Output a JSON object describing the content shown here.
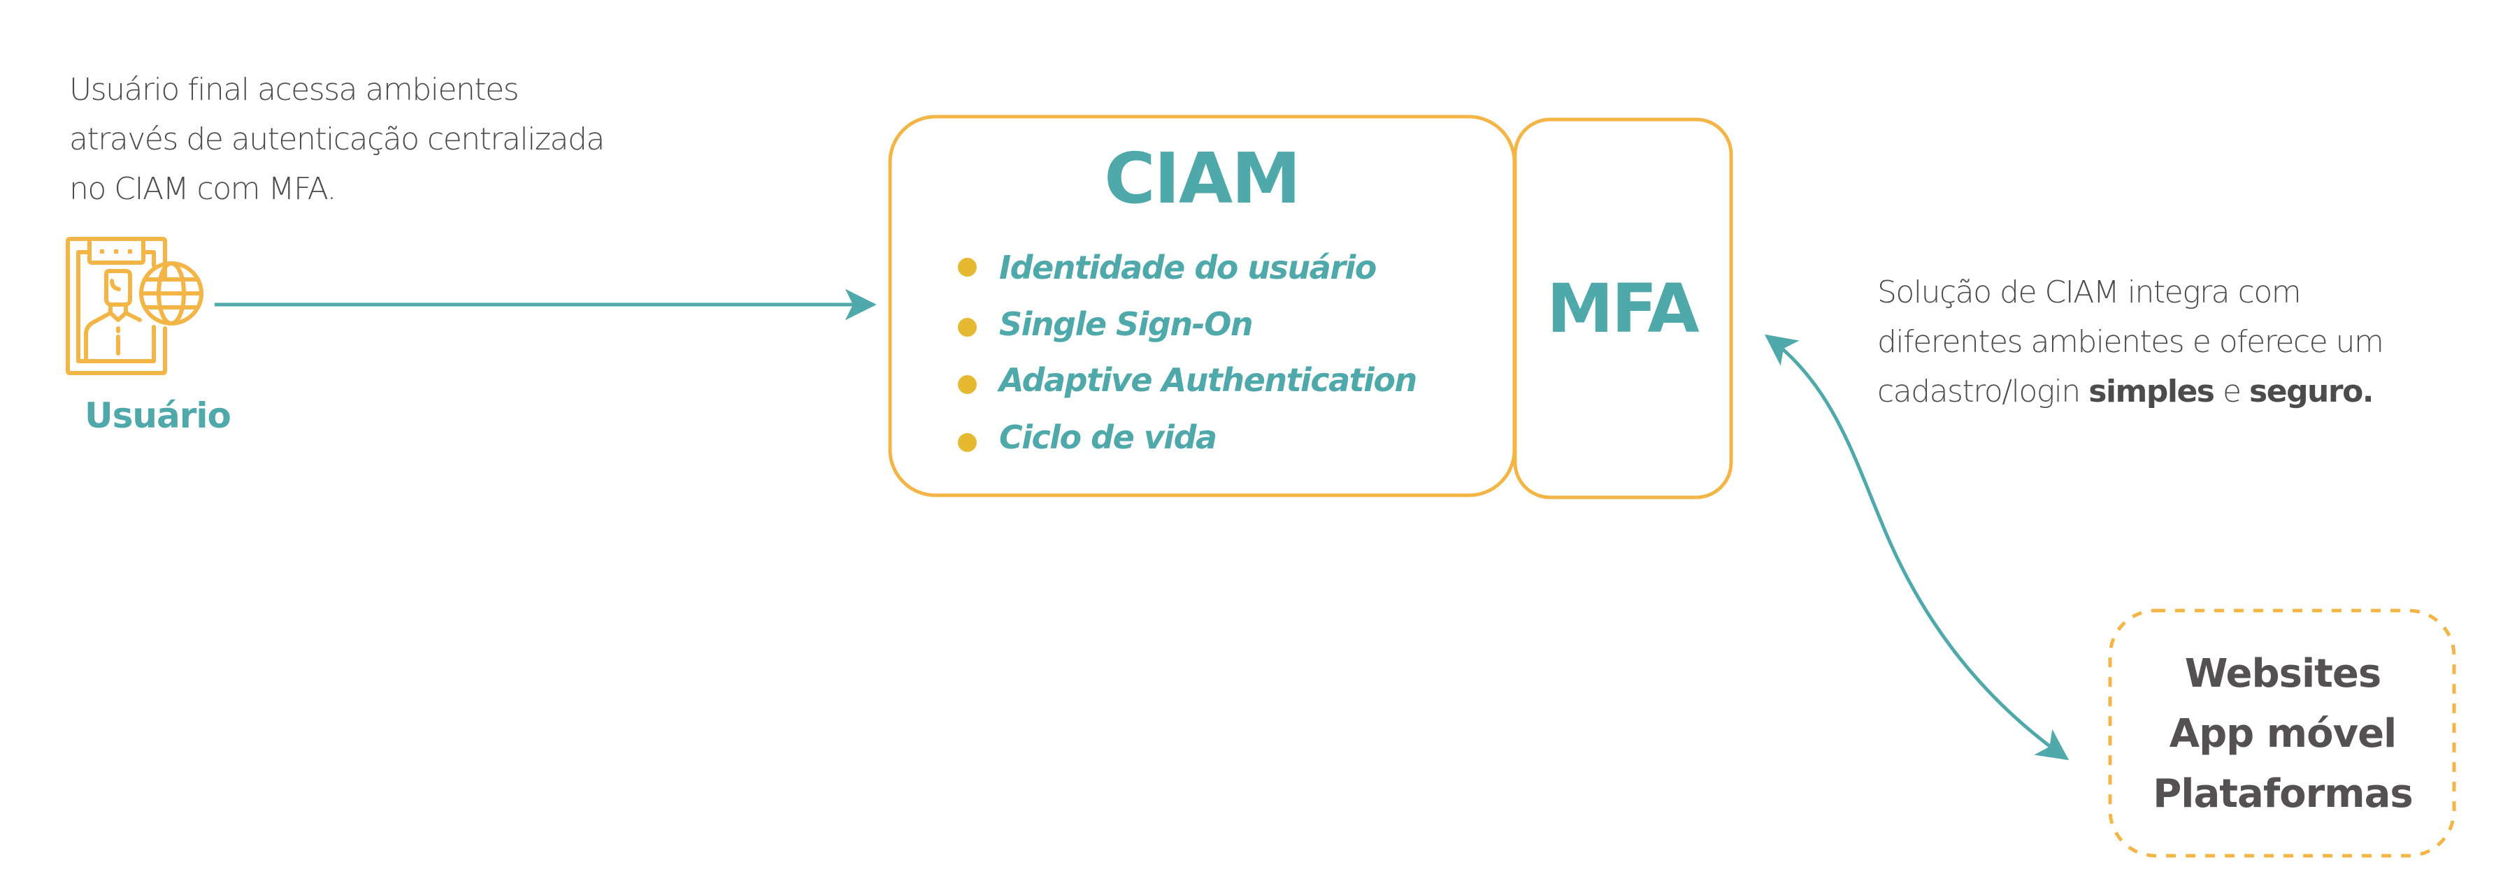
{
  "colors": {
    "teal": "#4fa9aa",
    "orange": "#f3b546",
    "bullet": "#e6b932",
    "text_gray": "#4e4b4b"
  },
  "user": {
    "description_lines": [
      "Usuário final acessa ambientes",
      "através de autenticação centralizada",
      "no CIAM com MFA."
    ],
    "icon": "user-smartphone-globe-icon",
    "label": "Usuário"
  },
  "ciam": {
    "title": "CIAM",
    "features": [
      "Identidade do usuário",
      "Single Sign-On",
      "Adaptive Authentication",
      "Ciclo de vida"
    ]
  },
  "mfa": {
    "title": "MFA"
  },
  "integration": {
    "line1": "Solução de CIAM integra com",
    "line2": "diferentes ambientes e oferece um",
    "line3_prefix": "cadastro/login ",
    "line3_bold1": "simples",
    "line3_mid": " e ",
    "line3_bold2": "seguro."
  },
  "platforms": {
    "items": [
      "Websites",
      "App móvel",
      "Plataformas"
    ]
  }
}
